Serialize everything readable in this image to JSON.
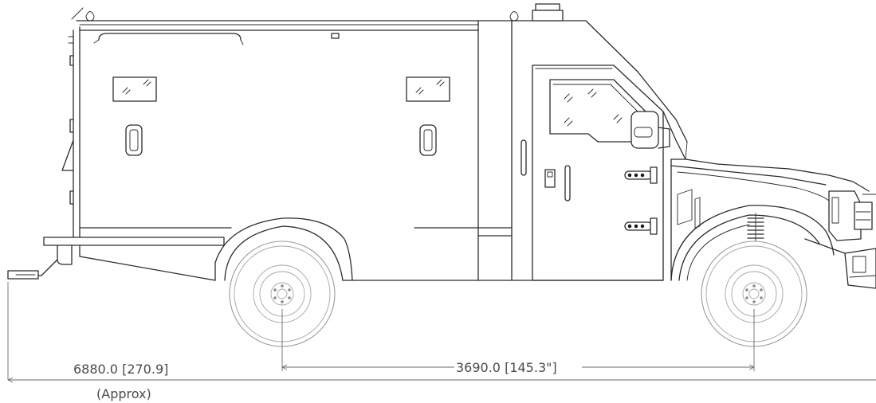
{
  "dimensions": {
    "overall_length": "6880.0 [270.9]",
    "overall_note": "(Approx)",
    "wheelbase": "3690.0 [145.3\"]"
  },
  "colors": {
    "line": "#2b2b2b",
    "tire": "#9a9a9a",
    "dimension": "#6a6a6a",
    "background": "#ffffff"
  }
}
